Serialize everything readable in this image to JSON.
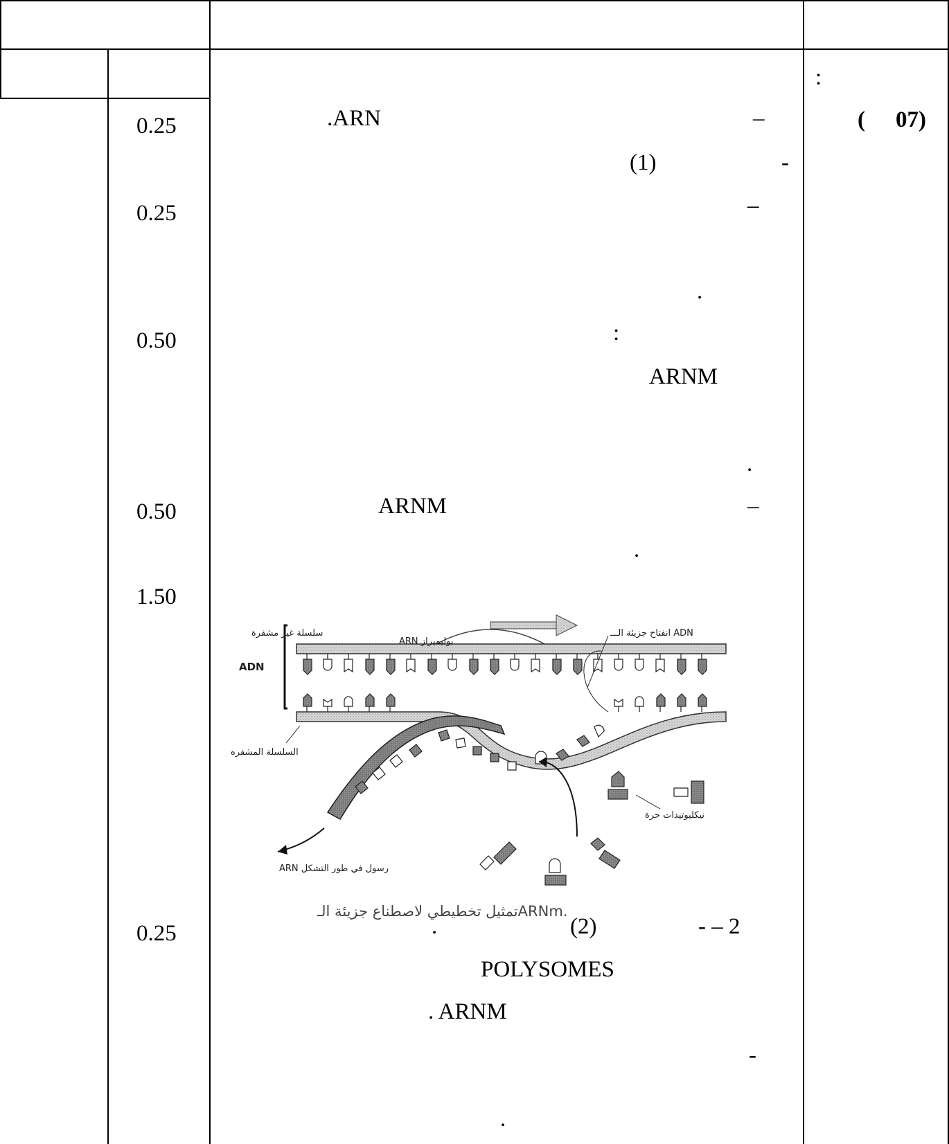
{
  "header": {
    "cells": [
      "",
      "",
      ""
    ]
  },
  "exercise": {
    "colon": ":",
    "open_paren": "(",
    "number_label": "07)"
  },
  "scores": [
    "0.25",
    "0.25",
    "0.50",
    "0.50",
    "1.50",
    "0.25"
  ],
  "content": {
    "line1_term": ".ARN",
    "line1_dash": "–",
    "line2_ref": "(1)",
    "line2_dash": "-",
    "line3_dash": "–",
    "dot_1": ".",
    "colon_1": ":",
    "arnm_1": "ARNM",
    "dot_2": ".",
    "line5_term": "ARNM",
    "line5_dash": "–",
    "dot_3": ".",
    "line7_dot": ".",
    "line7_ref": "(2)",
    "line7_dashes": "- – 2",
    "polysomes": "POLYSOMES",
    "arnm_2": ". ARNM",
    "line10_dash": "-",
    "final_dot": "."
  },
  "figure": {
    "labels": {
      "non_coding_strand": "سلسلة غير مشفرة",
      "arn_polymerase": "ARN بوليميراز",
      "adn_opening": "انفتاح جزيئة الـــ ADN",
      "adn": "ADN",
      "coding_strand": "السلسلة المشفره",
      "free_nucleotides": "نيكليوتيدات حرة",
      "arn_forming": "ARN رسول في طور التشكل"
    },
    "caption": "تمثيل تخطيطي لاصطناع جزيئة الـARNm."
  }
}
